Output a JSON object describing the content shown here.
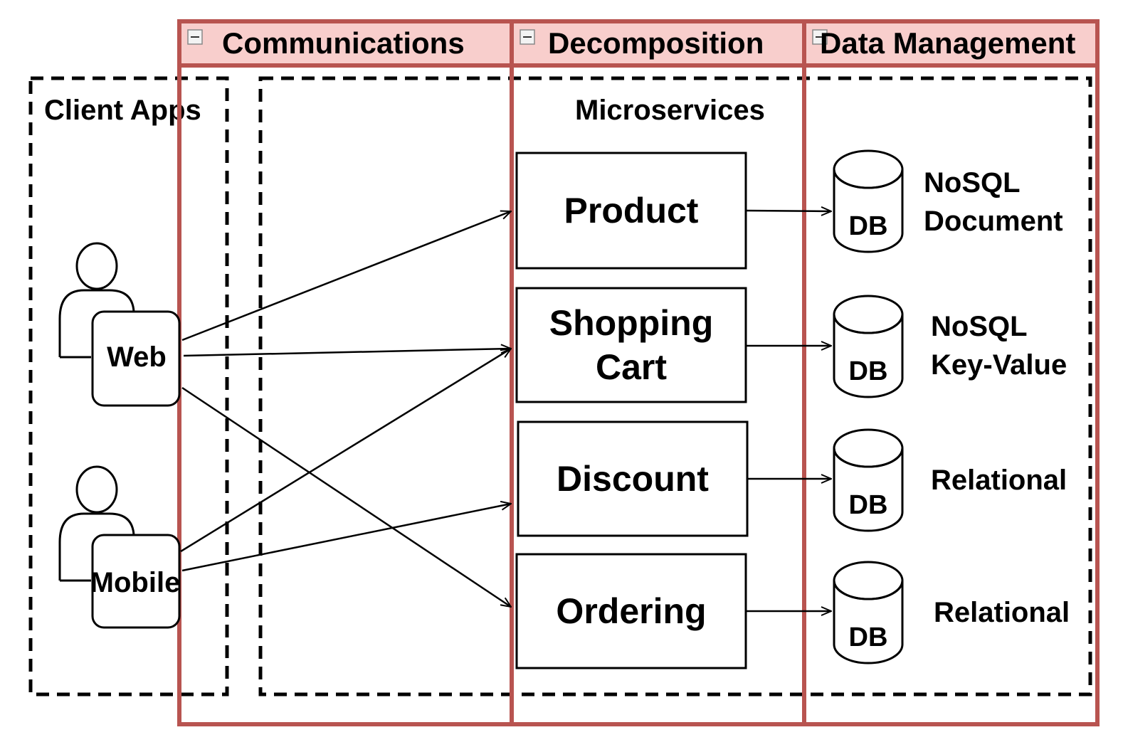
{
  "lanes": [
    {
      "id": "communications",
      "title": "Communications"
    },
    {
      "id": "decomposition",
      "title": "Decomposition"
    },
    {
      "id": "data-management",
      "title": "Data Management"
    }
  ],
  "groups": {
    "client_apps": "Client Apps",
    "microservices": "Microservices"
  },
  "clients": [
    {
      "id": "web",
      "label": "Web"
    },
    {
      "id": "mobile",
      "label": "Mobile"
    }
  ],
  "services": [
    {
      "id": "product",
      "lines": [
        "Product"
      ]
    },
    {
      "id": "shopping-cart",
      "lines": [
        "Shopping",
        "Cart"
      ]
    },
    {
      "id": "discount",
      "lines": [
        "Discount"
      ]
    },
    {
      "id": "ordering",
      "lines": [
        "Ordering"
      ]
    }
  ],
  "databases": [
    {
      "id": "db-product",
      "label": "DB",
      "store_lines": [
        "NoSQL",
        "Document"
      ]
    },
    {
      "id": "db-cart",
      "label": "DB",
      "store_lines": [
        "NoSQL",
        "Key-Value"
      ]
    },
    {
      "id": "db-discount",
      "label": "DB",
      "store_lines": [
        "Relational"
      ]
    },
    {
      "id": "db-ordering",
      "label": "DB",
      "store_lines": [
        "Relational"
      ]
    }
  ],
  "edges": [
    {
      "from": "web",
      "to": "product"
    },
    {
      "from": "web",
      "to": "shopping-cart"
    },
    {
      "from": "web",
      "to": "ordering"
    },
    {
      "from": "mobile",
      "to": "shopping-cart"
    },
    {
      "from": "mobile",
      "to": "discount"
    },
    {
      "from": "product",
      "to": "db-product"
    },
    {
      "from": "shopping-cart",
      "to": "db-cart"
    },
    {
      "from": "discount",
      "to": "db-discount"
    },
    {
      "from": "ordering",
      "to": "db-ordering"
    }
  ],
  "colors": {
    "lane_border": "#b85450",
    "lane_header_fill": "#f8cecc",
    "ink": "#000000"
  }
}
